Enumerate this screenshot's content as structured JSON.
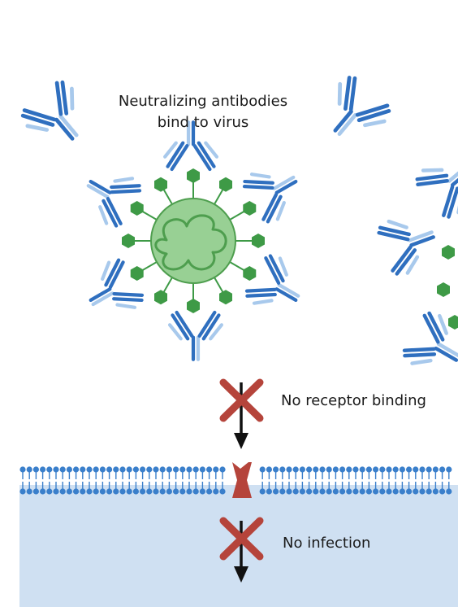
{
  "title": {
    "line1": "Neutralizing antibodies",
    "line2": "bind to virus"
  },
  "labels": {
    "receptor": "No receptor binding",
    "infection": "No infection"
  },
  "colors": {
    "antibody_heavy": "#2f6fbf",
    "antibody_light": "#a8c9ec",
    "virus_fill": "#98d094",
    "virus_edge": "#4e9e4e",
    "spike": "#3e9a46",
    "membrane": "#3a7fcb",
    "cell_interior": "#cfe0f2",
    "receptor": "#b5443b",
    "block_x": "#b5443b"
  }
}
